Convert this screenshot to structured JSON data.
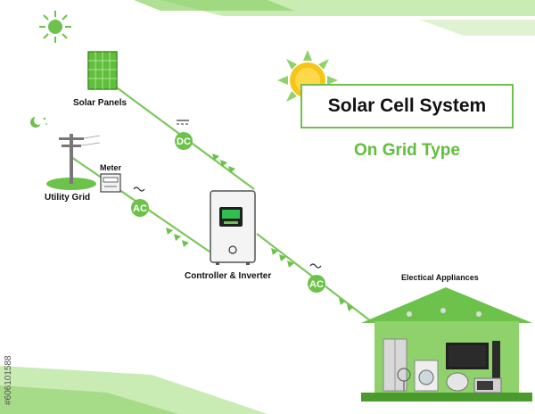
{
  "title": "Solar Cell System",
  "subtitle": "On Grid Type",
  "labels": {
    "solar_panels": "Solar Panels",
    "utility_grid": "Utility Grid",
    "meter": "Meter",
    "controller": "Controller & Inverter",
    "appliances": "Electical Appliances"
  },
  "badges": {
    "dc": "DC",
    "ac_grid": "AC",
    "ac_house": "AC"
  },
  "watermark_id": "#606101588",
  "colors": {
    "accent_green": "#6cc24a",
    "dark_green": "#4a9a2c",
    "light_green": "#b9e3a3",
    "sun_yellow": "#f5c518"
  },
  "icons": [
    "sun-icon",
    "moon-icon",
    "solar-panel-icon",
    "utility-pole-icon",
    "meter-icon",
    "inverter-icon",
    "house-icon"
  ]
}
